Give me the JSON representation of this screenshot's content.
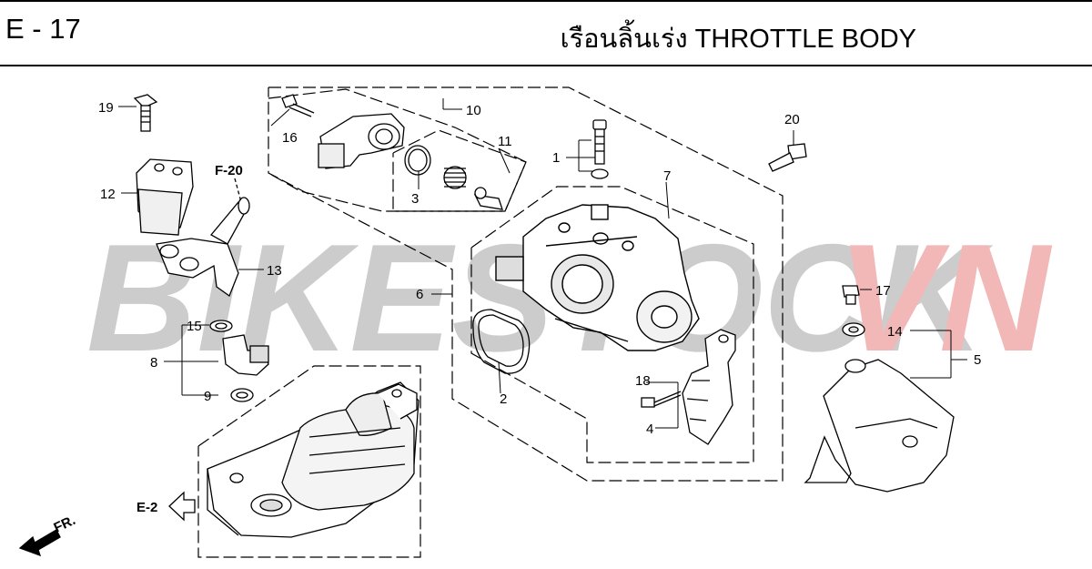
{
  "header": {
    "page_code": "E - 17",
    "title": "เรือนลิ้นเร่ง THROTTLE BODY"
  },
  "watermark": {
    "part1": "BIKESTOCK",
    "part2": "VN",
    "color1": "#cccccc",
    "color2": "#f2b8b8"
  },
  "references": {
    "f20": "F-20",
    "e2": "E-2",
    "front": "FR."
  },
  "callouts": [
    "1",
    "2",
    "3",
    "4",
    "5",
    "6",
    "7",
    "8",
    "9",
    "10",
    "11",
    "12",
    "13",
    "14",
    "15",
    "16",
    "17",
    "18",
    "19",
    "20"
  ]
}
